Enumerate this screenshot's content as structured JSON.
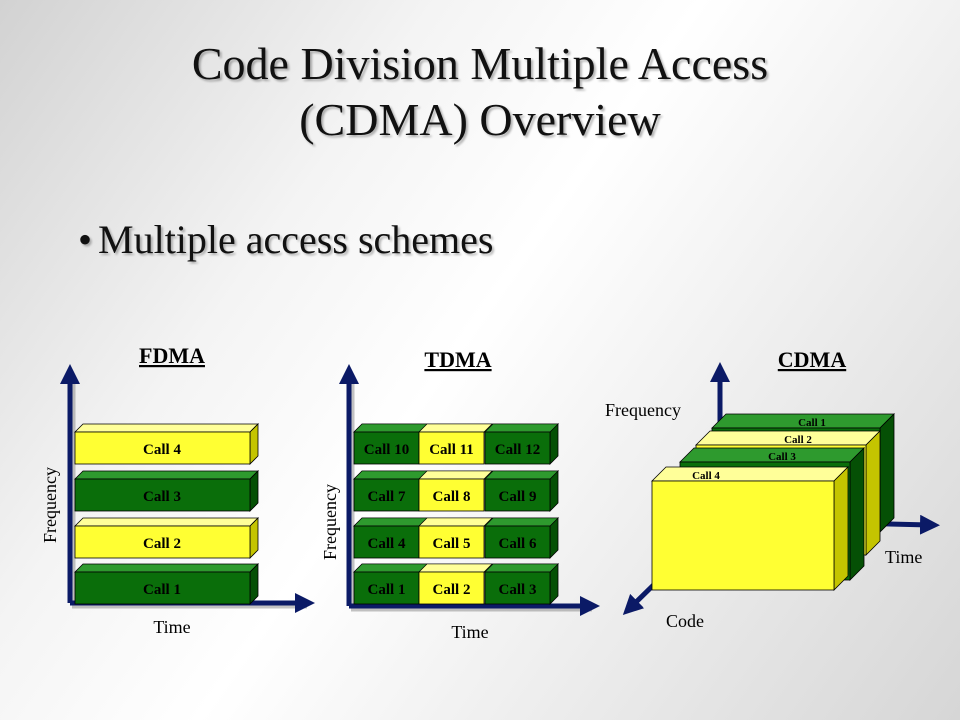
{
  "slide": {
    "title_line1": "Code Division Multiple Access",
    "title_line2": "(CDMA) Overview",
    "bullet": "Multiple access schemes",
    "bullet_marker": "•"
  },
  "fdma": {
    "heading": "FDMA",
    "y_label": "Frequency",
    "x_label": "Time",
    "bands": [
      {
        "label": "Call 4",
        "color": "yellow"
      },
      {
        "label": "Call 3",
        "color": "green"
      },
      {
        "label": "Call 2",
        "color": "yellow"
      },
      {
        "label": "Call 1",
        "color": "green"
      }
    ]
  },
  "tdma": {
    "heading": "TDMA",
    "y_label": "Frequency",
    "x_label": "Time",
    "rows": [
      [
        "Call 10",
        "Call 11",
        "Call 12"
      ],
      [
        "Call 7",
        "Call 8",
        "Call 9"
      ],
      [
        "Call 4",
        "Call 5",
        "Call 6"
      ],
      [
        "Call 1",
        "Call 2",
        "Call 3"
      ]
    ]
  },
  "cdma": {
    "heading": "CDMA",
    "freq_label": "Frequency",
    "time_label": "Time",
    "code_label": "Code",
    "layers": [
      {
        "label": "Call 1",
        "color": "green"
      },
      {
        "label": "Call 2",
        "color": "yellow"
      },
      {
        "label": "Call 3",
        "color": "green"
      },
      {
        "label": "Call 4",
        "color": "yellow"
      }
    ]
  },
  "colors": {
    "green_front": "#0a6e0a",
    "green_top": "#2e9a2e",
    "green_side": "#055005",
    "yellow_front": "#ffff33",
    "yellow_top": "#ffff99",
    "yellow_side": "#c4c400",
    "axis": "#0b1a66"
  }
}
